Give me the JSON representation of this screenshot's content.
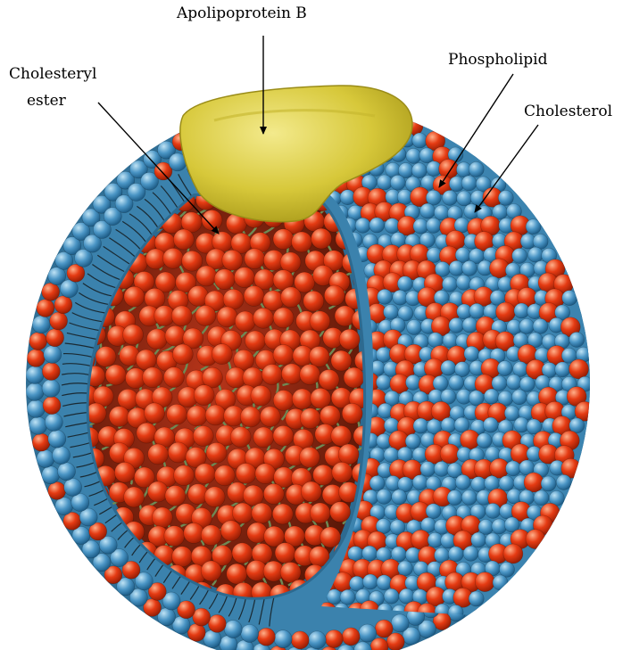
{
  "labels": {
    "apolipoprotein": "Apolipoprotein B",
    "cholesteryl_line1": "Cholesteryl",
    "cholesteryl_line2": "ester",
    "phospholipid": "Phospholipid",
    "cholesterol": "Cholesterol"
  },
  "colors": {
    "background": "#ffffff",
    "phospholipid_head": "#4a95c5",
    "phospholipid_head_light": "#8cc5e6",
    "cholesterol_sphere": "#e53b13",
    "cholesterol_sphere_light": "#ff7a4a",
    "apolipoprotein": "#d7c83a",
    "apolipoprotein_light": "#efe37a",
    "ester_tail": "#5f7f4a",
    "shell_dark": "#2f6f95",
    "interior_dark": "#8a2a12"
  },
  "icons": {
    "particle": "ldl-particle-illustration"
  }
}
